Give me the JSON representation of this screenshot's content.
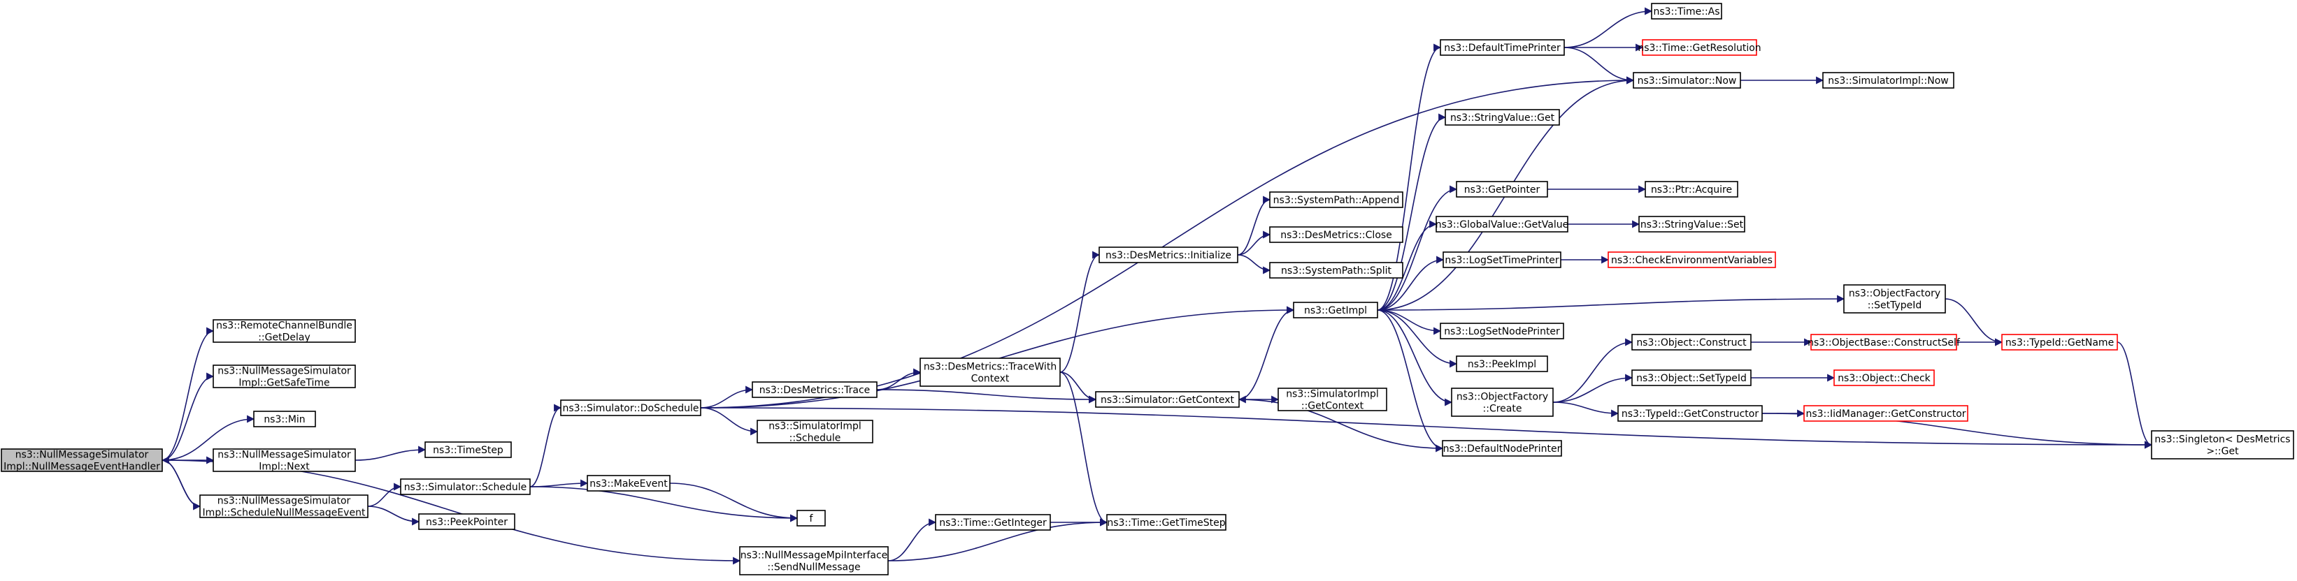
{
  "colors": {
    "edge": "#191970",
    "node_border": "#000000",
    "truncated_node_border": "#ff0000",
    "root_fill": "#bfbfbf",
    "node_fill": "#ffffff"
  },
  "nodes": [
    {
      "id": "root",
      "lines": [
        "ns3::NullMessageSimulator",
        "Impl::NullMessageEventHandler"
      ],
      "style": "root"
    },
    {
      "id": "getdelay",
      "lines": [
        "ns3::RemoteChannelBundle",
        "::GetDelay"
      ]
    },
    {
      "id": "getsafetime",
      "lines": [
        "ns3::NullMessageSimulator",
        "Impl::GetSafeTime"
      ]
    },
    {
      "id": "min",
      "lines": [
        "ns3::Min"
      ]
    },
    {
      "id": "next",
      "lines": [
        "ns3::NullMessageSimulator",
        "Impl::Next"
      ]
    },
    {
      "id": "schednull",
      "lines": [
        "ns3::NullMessageSimulator",
        "Impl::ScheduleNullMessageEvent"
      ]
    },
    {
      "id": "timestep",
      "lines": [
        "ns3::TimeStep"
      ]
    },
    {
      "id": "schedule",
      "lines": [
        "ns3::Simulator::Schedule"
      ]
    },
    {
      "id": "peekpointer",
      "lines": [
        "ns3::PeekPointer"
      ]
    },
    {
      "id": "doschedule",
      "lines": [
        "ns3::Simulator::DoSchedule"
      ]
    },
    {
      "id": "makeevent",
      "lines": [
        "ns3::MakeEvent"
      ]
    },
    {
      "id": "f",
      "lines": [
        "f"
      ]
    },
    {
      "id": "sendnull",
      "lines": [
        "ns3::NullMessageMpiInterface",
        "::SendNullMessage"
      ]
    },
    {
      "id": "destrace",
      "lines": [
        "ns3::DesMetrics::Trace"
      ]
    },
    {
      "id": "simimplsched",
      "lines": [
        "ns3::SimulatorImpl",
        "::Schedule"
      ]
    },
    {
      "id": "tracewithctx",
      "lines": [
        "ns3::DesMetrics::TraceWith",
        "Context"
      ]
    },
    {
      "id": "getinteger",
      "lines": [
        "ns3::Time::GetInteger"
      ]
    },
    {
      "id": "gettimestep",
      "lines": [
        "ns3::Time::GetTimeStep"
      ]
    },
    {
      "id": "desinit",
      "lines": [
        "ns3::DesMetrics::Initialize"
      ]
    },
    {
      "id": "getcontext",
      "lines": [
        "ns3::Simulator::GetContext"
      ]
    },
    {
      "id": "sysappend",
      "lines": [
        "ns3::SystemPath::Append"
      ]
    },
    {
      "id": "desclose",
      "lines": [
        "ns3::DesMetrics::Close"
      ]
    },
    {
      "id": "syssplit",
      "lines": [
        "ns3::SystemPath::Split"
      ]
    },
    {
      "id": "getimpl",
      "lines": [
        "ns3::GetImpl"
      ]
    },
    {
      "id": "simimplgetctx",
      "lines": [
        "ns3::SimulatorImpl",
        "::GetContext"
      ]
    },
    {
      "id": "deftimeprinter",
      "lines": [
        "ns3::DefaultTimePrinter"
      ]
    },
    {
      "id": "simnow",
      "lines": [
        "ns3::Simulator::Now"
      ]
    },
    {
      "id": "strvalget",
      "lines": [
        "ns3::StringValue::Get"
      ]
    },
    {
      "id": "getpointer",
      "lines": [
        "ns3::GetPointer"
      ]
    },
    {
      "id": "globalgetvalue",
      "lines": [
        "ns3::GlobalValue::GetValue"
      ]
    },
    {
      "id": "logsettimeprinter",
      "lines": [
        "ns3::LogSetTimePrinter"
      ]
    },
    {
      "id": "logsetnodeprinter",
      "lines": [
        "ns3::LogSetNodePrinter"
      ]
    },
    {
      "id": "peekimpl",
      "lines": [
        "ns3::PeekImpl"
      ]
    },
    {
      "id": "objfactcreate",
      "lines": [
        "ns3::ObjectFactory",
        "::Create"
      ]
    },
    {
      "id": "defnodeprinter",
      "lines": [
        "ns3::DefaultNodePrinter"
      ]
    },
    {
      "id": "timeas",
      "lines": [
        "ns3::Time::As"
      ]
    },
    {
      "id": "timegetres",
      "lines": [
        "ns3::Time::GetResolution"
      ],
      "style": "red"
    },
    {
      "id": "simimplnow",
      "lines": [
        "ns3::SimulatorImpl::Now"
      ]
    },
    {
      "id": "ptracquire",
      "lines": [
        "ns3::Ptr::Acquire"
      ]
    },
    {
      "id": "strvalset",
      "lines": [
        "ns3::StringValue::Set"
      ]
    },
    {
      "id": "checkenv",
      "lines": [
        "ns3::CheckEnvironmentVariables"
      ],
      "style": "red"
    },
    {
      "id": "objfactsettypeid",
      "lines": [
        "ns3::ObjectFactory",
        "::SetTypeId"
      ]
    },
    {
      "id": "objconstruct",
      "lines": [
        "ns3::Object::Construct"
      ]
    },
    {
      "id": "objsettypeid",
      "lines": [
        "ns3::Object::SetTypeId"
      ]
    },
    {
      "id": "typeidgetctor",
      "lines": [
        "ns3::TypeId::GetConstructor"
      ]
    },
    {
      "id": "objbaseconstructself",
      "lines": [
        "ns3::ObjectBase::ConstructSelf"
      ],
      "style": "red"
    },
    {
      "id": "objcheck",
      "lines": [
        "ns3::Object::Check"
      ],
      "style": "red"
    },
    {
      "id": "iidmgrgetctor",
      "lines": [
        "ns3::IidManager::GetConstructor"
      ],
      "style": "red"
    },
    {
      "id": "typeidgetname",
      "lines": [
        "ns3::TypeId::GetName"
      ],
      "style": "red"
    },
    {
      "id": "singletonget",
      "lines": [
        "ns3::Singleton< DesMetrics",
        " >::Get"
      ]
    }
  ]
}
